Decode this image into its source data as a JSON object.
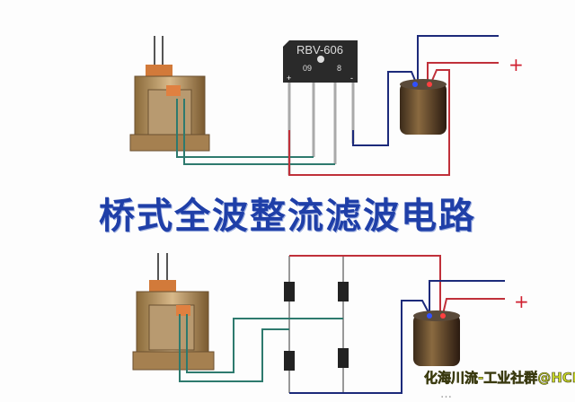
{
  "title": "桥式全波整流滤波电路",
  "bridge": {
    "model": "RBV-606",
    "code_left": "09",
    "code_right": "8",
    "plus": "+",
    "minus": "-"
  },
  "top_output": {
    "plus_sign": "+"
  },
  "bottom_output": {
    "plus_sign": "+"
  },
  "watermark": {
    "text": "化海川流-工业社群@HCBBS",
    "subtext": "…"
  },
  "colors": {
    "title": "#1f3fa8",
    "positive_wire": "#c0303a",
    "negative_wire": "#1c2a7a",
    "ac_wire": "#2e7a6e"
  }
}
